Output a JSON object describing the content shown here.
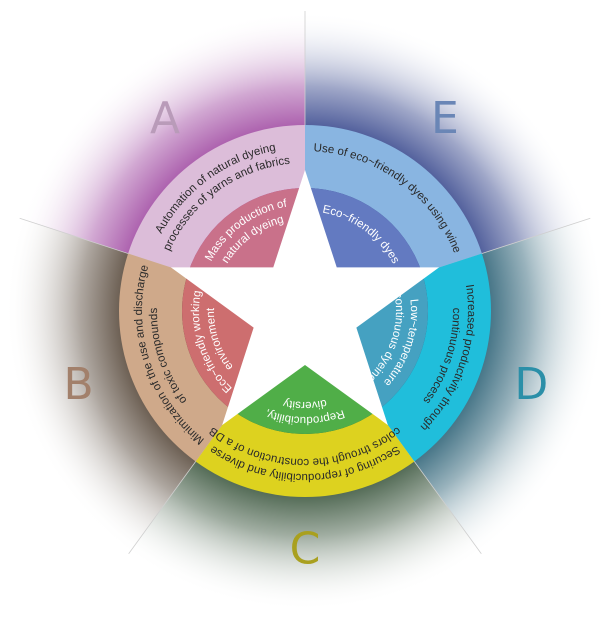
{
  "diagram": {
    "sectors": [
      {
        "id": "A",
        "letter": "A",
        "outer_color": "#dcbdd9",
        "inner_color": "#c9718a",
        "shadow_color": "#9a3e9c",
        "letter_color": "#b99bb9",
        "outer_lines": [
          "Automation of natural dyeing",
          "processes of yarns and fabrics"
        ],
        "inner_lines": [
          "Mass production of",
          "natural dyeing"
        ]
      },
      {
        "id": "E",
        "letter": "E",
        "outer_color": "#89b5e1",
        "inner_color": "#637ac1",
        "shadow_color": "#2b3c86",
        "letter_color": "#6a86b6",
        "outer_lines": [
          "Use of eco~friendly dyes using wine"
        ],
        "inner_lines": [
          "Eco~friendly dyes"
        ]
      },
      {
        "id": "D",
        "letter": "D",
        "outer_color": "#20bedb",
        "inner_color": "#45a1c1",
        "shadow_color": "#1d566c",
        "letter_color": "#2b8fa8",
        "outer_lines": [
          "Increased productivity through",
          "continuous process"
        ],
        "inner_lines": [
          "Low~temperature",
          "continuous dyeing"
        ]
      },
      {
        "id": "C",
        "letter": "C",
        "outer_color": "#ddd21f",
        "inner_color": "#50ae48",
        "shadow_color": "#2d4a30",
        "letter_color": "#a9a01f",
        "outer_lines": [
          "Securing of reproducibility and diverse",
          "colors through the construction of a DB"
        ],
        "inner_lines": [
          "Reproducibility,",
          "diversity"
        ]
      },
      {
        "id": "B",
        "letter": "B",
        "outer_color": "#cfa98a",
        "inner_color": "#cd6e6f",
        "shadow_color": "#4b3b2c",
        "letter_color": "#a2806b",
        "outer_lines": [
          "Minimization of the use and discharge",
          "of toxic compounds"
        ],
        "inner_lines": [
          "Eco~friendly working",
          "environment"
        ]
      }
    ]
  }
}
